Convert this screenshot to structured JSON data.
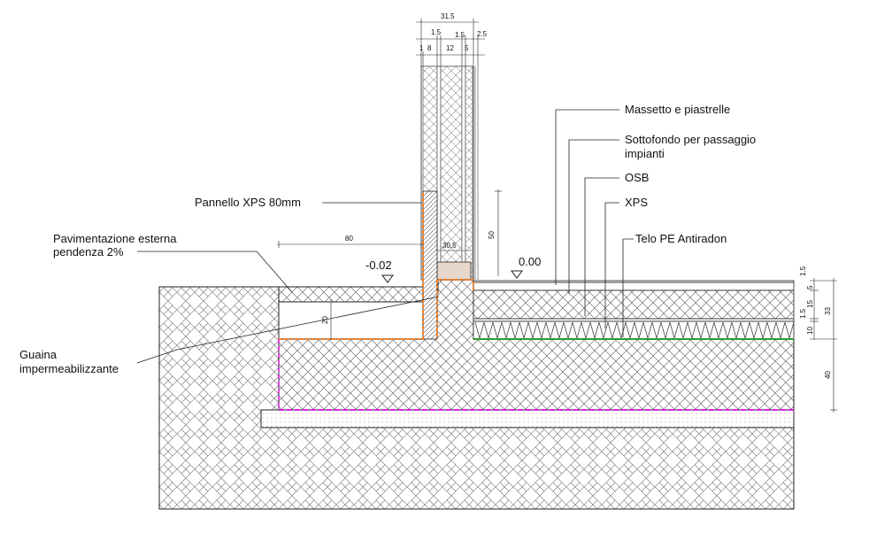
{
  "labels": {
    "massetto": "Massetto e piastrelle",
    "sottofondo_1": "Sottofondo per passaggio",
    "sottofondo_2": "impianti",
    "osb": "OSB",
    "xps": "XPS",
    "telo": "Telo PE Antiradon",
    "pannello": "Pannello XPS  80mm",
    "pavimentazione_1": "Pavimentazione esterna",
    "pavimentazione_2": "pendenza 2%",
    "guaina_1": "Guaina",
    "guaina_2": "impermeabilizzante"
  },
  "levels": {
    "exterior": "-0.02",
    "interior": "0.00"
  },
  "dimensions": {
    "wall_total": "31.5",
    "wall_a": "1.5",
    "wall_b": "1.5",
    "wall_c": "2.5",
    "wall_1": "1",
    "wall_8": "8",
    "wall_12": "12",
    "wall_5": "5",
    "ext_width": "80",
    "base_width": "30.5",
    "height_50": "50",
    "ext_depth": "20",
    "r_15a": "1.5",
    "r_5": "5",
    "r_15": "15",
    "r_15b": "1.5",
    "r_10": "10",
    "r_33": "33",
    "r_40": "40"
  },
  "colors": {
    "membrane": "#ff7f1e",
    "radon": "#2e9a2e",
    "magenta": "#e020e0"
  }
}
